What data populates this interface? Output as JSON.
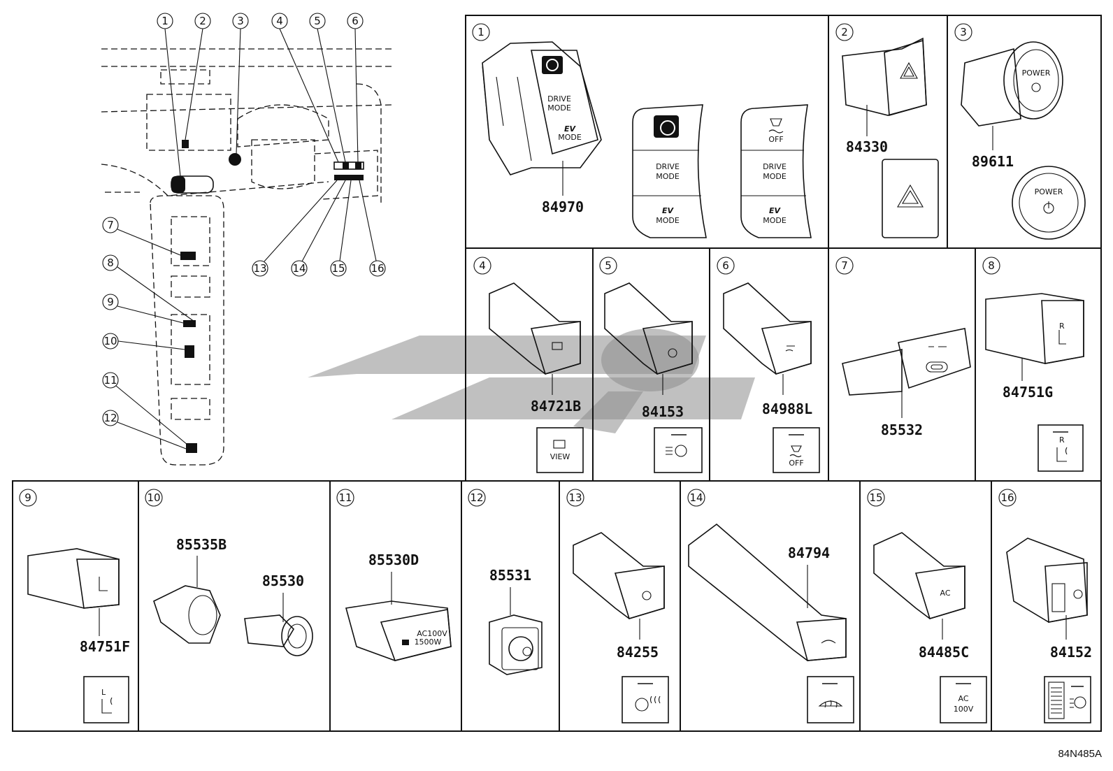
{
  "diagram_code": "84N485A",
  "callouts": [
    "1",
    "2",
    "3",
    "4",
    "5",
    "6",
    "7",
    "8",
    "9",
    "10",
    "11",
    "12",
    "13",
    "14",
    "15",
    "16"
  ],
  "parts": {
    "p1": "84970",
    "p2": "84330",
    "p3": "89611",
    "p4": "84721B",
    "p5": "84153",
    "p6": "84988L",
    "p7": "85532",
    "p8": "84751G",
    "p9": "84751F",
    "p10a": "85535B",
    "p10b": "85530",
    "p11": "85530D",
    "p12": "85531",
    "p13": "84255",
    "p14": "84794",
    "p15": "84485C",
    "p16": "84152"
  },
  "switch_labels": {
    "drive": "DRIVE",
    "mode": "MODE",
    "ev": "EV",
    "off": "OFF",
    "power": "POWER",
    "view": "VIEW",
    "ac": "AC",
    "ac_volt": "100V",
    "seat_r": "R",
    "seat_l": "L",
    "inverter": "AC100V",
    "inverter_w": "1500W"
  },
  "icons": [
    "steering-assist-icon",
    "hazard-icon",
    "power-icon",
    "camera-view-icon",
    "headlamp-auto-icon",
    "traction-off-icon",
    "usb-c-icon",
    "seat-heater-icon",
    "steering-heater-icon",
    "defroster-icon",
    "outlet-icon"
  ]
}
